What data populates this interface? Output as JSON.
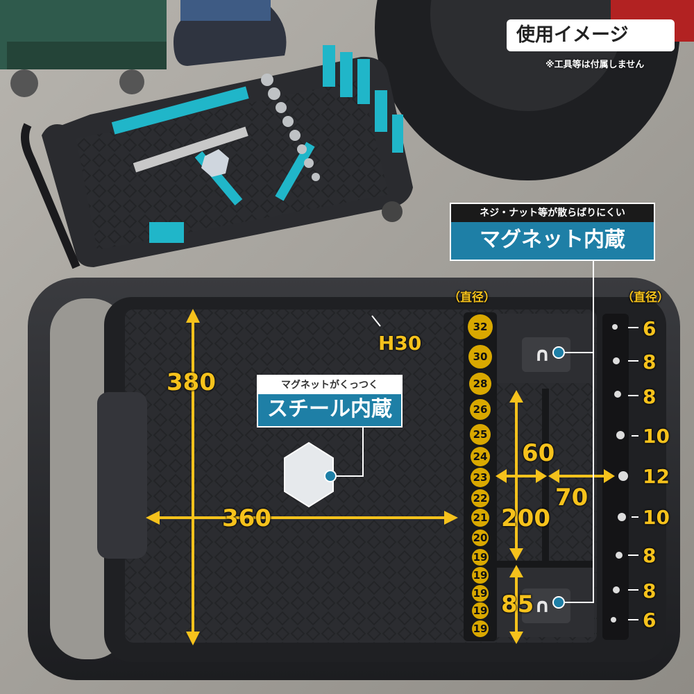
{
  "badge": {
    "title": "使用イメージ",
    "note": "※工具等は付属しません"
  },
  "magnet_callout": {
    "line1": "ネジ・ナット等が散らばりにくい",
    "line2": "マグネット内蔵"
  },
  "steel_callout": {
    "line1": "マグネットがくっつく",
    "line2": "スチール内蔵"
  },
  "labels": {
    "diameter_left": "（直径）",
    "diameter_right": "（直径）",
    "height": "H30",
    "depth": "380",
    "width": "360",
    "slot_width_a": "60",
    "slot_width_b": "70",
    "slot_length": "200",
    "small_length": "85"
  },
  "socket_holes": [
    "32",
    "30",
    "28",
    "26",
    "25",
    "24",
    "23",
    "22",
    "21",
    "20",
    "19",
    "19",
    "19",
    "19",
    "19"
  ],
  "bit_holes": [
    "6",
    "8",
    "8",
    "10",
    "12",
    "10",
    "8",
    "8",
    "6"
  ],
  "colors": {
    "accent": "#f6c21c",
    "callout": "#1e7fa6",
    "tray": "#2a2b2e"
  }
}
